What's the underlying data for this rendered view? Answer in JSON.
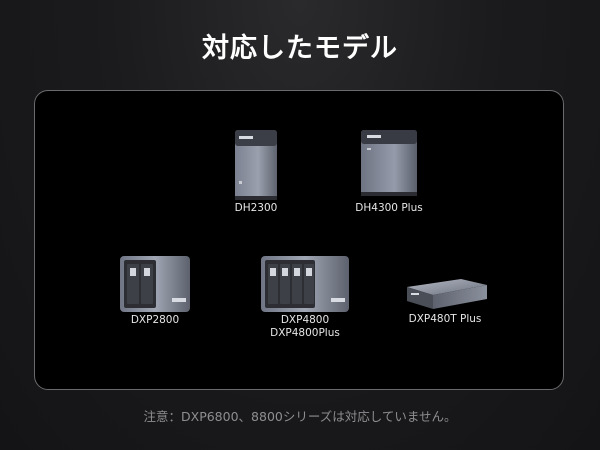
{
  "header": {
    "title": "対応したモデル"
  },
  "products": [
    {
      "label_lines": [
        "DH2300"
      ],
      "icon": "two-bay-tower-nas-icon"
    },
    {
      "label_lines": [
        "DH4300 Plus"
      ],
      "icon": "four-bay-cube-nas-icon"
    },
    {
      "label_lines": [
        "DXP2800"
      ],
      "icon": "two-bay-drive-nas-icon"
    },
    {
      "label_lines": [
        "DXP4800",
        "DXP4800Plus"
      ],
      "icon": "four-bay-drive-nas-icon"
    },
    {
      "label_lines": [
        "DXP480T Plus"
      ],
      "icon": "flat-ssd-nas-icon"
    }
  ],
  "footer": {
    "note": "注意：DXP6800、8800シリーズは対応していません。"
  },
  "colors": {
    "background": "#1b1b1d",
    "panel": "#000000",
    "panel_border": "#6a6a6e",
    "title": "#ffffff",
    "note": "#8e8e92"
  }
}
